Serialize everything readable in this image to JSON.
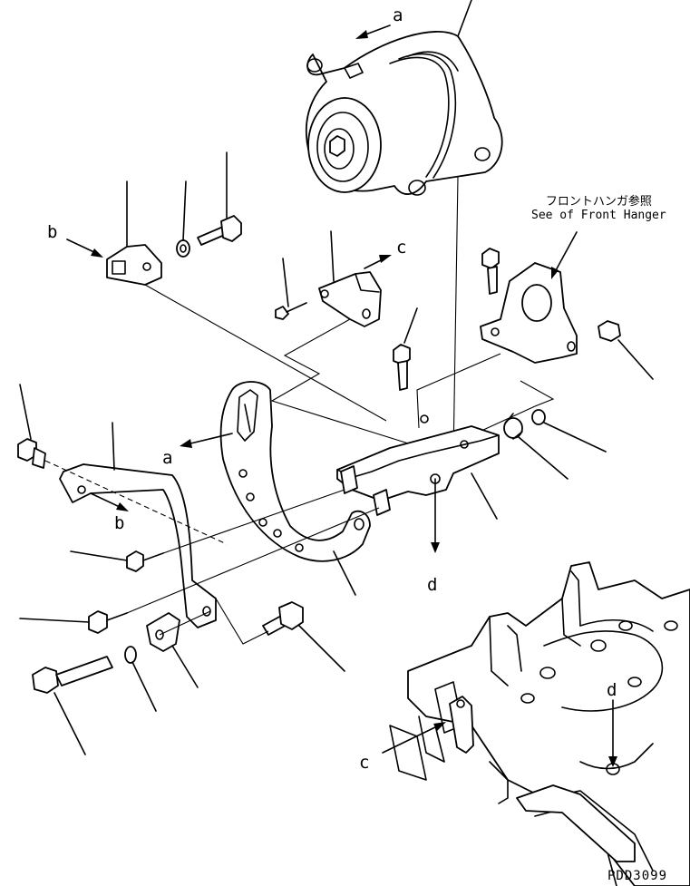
{
  "callouts": {
    "a_top": "a",
    "a_bottom": "a",
    "b_top": "b",
    "b_bottom": "b",
    "c_top": "c",
    "c_bottom": "c",
    "d_top": "d",
    "d_bottom": "d"
  },
  "note": {
    "jp": "フロントハンガ参照",
    "en": "See of Front Hanger"
  },
  "drawing_code": "PDD3099",
  "colors": {
    "line": "#000000",
    "background": "#ffffff"
  }
}
